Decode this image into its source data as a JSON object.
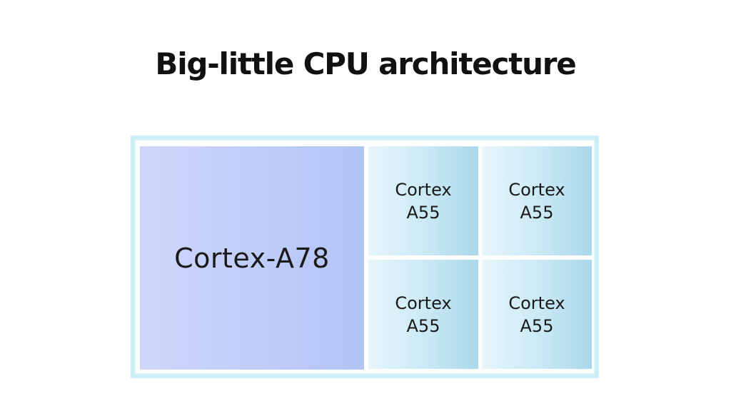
{
  "title": "Big-little CPU architecture",
  "big_core": {
    "label": "Cortex-A78"
  },
  "little_cores": [
    {
      "line1": "Cortex",
      "line2": "A55"
    },
    {
      "line1": "Cortex",
      "line2": "A55"
    },
    {
      "line1": "Cortex",
      "line2": "A55"
    },
    {
      "line1": "Cortex",
      "line2": "A55"
    }
  ],
  "colors": {
    "frame": "#cdeef5",
    "big_core": "#bfcdfa",
    "little_core": "#c9e8f4",
    "text": "#1a1a1a"
  }
}
